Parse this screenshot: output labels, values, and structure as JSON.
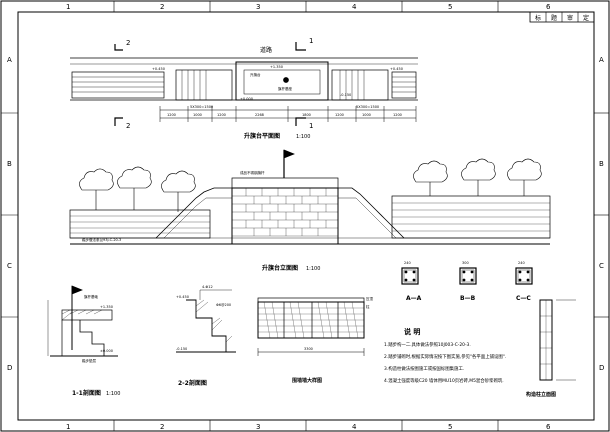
{
  "border": {
    "columns": [
      "1",
      "2",
      "3",
      "4",
      "5",
      "6"
    ],
    "rows": [
      "A",
      "B",
      "C",
      "D"
    ],
    "title_block": [
      "标",
      "题",
      "审",
      "定"
    ]
  },
  "plan": {
    "top_label": "道路",
    "section_marks": [
      "2",
      "1",
      "2",
      "1"
    ],
    "title": "升旗台平面图",
    "scale": "1:100",
    "dims_bottom": [
      "1200",
      "1000",
      "1200",
      "2268",
      "1800",
      "1200",
      "1000",
      "1200"
    ],
    "dims_small": [
      "5X300=1500",
      "5X300=1500"
    ],
    "elevations": [
      "+0.450",
      "±0.000",
      "+1.350",
      "-0.150",
      "+0.450"
    ],
    "notes_inner": [
      "旗杆基座",
      "升旗台"
    ]
  },
  "elevation": {
    "title": "升旗台立面图",
    "scale": "1:100",
    "note": "成品不锈钢旗杆",
    "left_note": "踏步做法参见93J-C-20-3"
  },
  "sections": {
    "s11_title": "1-1剖面图",
    "s11_scale": "1:100",
    "s22_title": "2-2剖面图",
    "s11_labels": [
      "旗杆基础",
      "+1.350",
      "±0.000",
      "踏步垫层"
    ],
    "s22_labels": [
      "4-Φ12",
      "Φ6@200",
      "+0.450",
      "-0.150"
    ]
  },
  "brick": {
    "title": "围墙墙大样图",
    "labels": [
      "柱",
      "压顶",
      "3300"
    ]
  },
  "details": {
    "aa": "A—A",
    "bb": "B—B",
    "cc": "C—C",
    "dims": [
      "240",
      "300",
      "240"
    ]
  },
  "notes": {
    "heading": "说 明",
    "items": [
      "1.踏步构一二.具体做法参照10J003-C-20-3.",
      "2.踏步铺砌时,根据实际情况按下图实施,参见\"各平面上铺设图\".",
      "3.构造柱做法按图施工或按国标图集施工.",
      "4.混凝土强度等级C20 墙体用MU10页岩砖,M5混合砂浆砌筑."
    ]
  },
  "pillar": {
    "title": "构造柱立面图"
  }
}
